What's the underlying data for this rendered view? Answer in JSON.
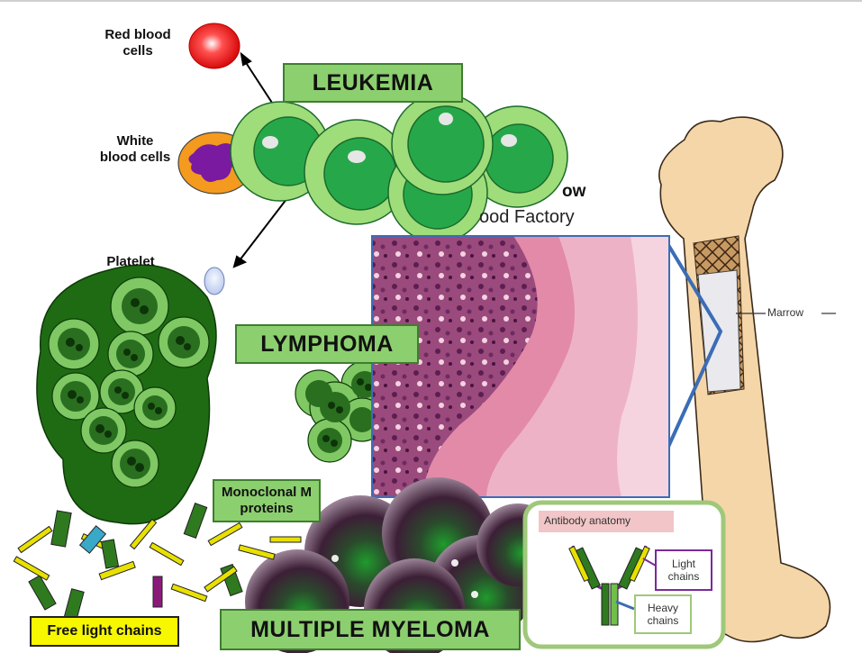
{
  "labels": {
    "red_blood_cells": "Red blood cells",
    "white_blood_cells": "White blood cells",
    "platelet": "Platelet",
    "marrow_partial_1": "ow",
    "marrow_partial_2": "ood Factory",
    "marrow": "Marrow",
    "antibody_anatomy": "Antibody anatomy",
    "light_chains": "Light chains",
    "heavy_chains": "Heavy chains"
  },
  "boxes": {
    "leukemia": "LEUKEMIA",
    "lymphoma": "LYMPHOMA",
    "multiple_myeloma": "MULTIPLE MYELOMA",
    "monoclonal": "Monoclonal M proteins",
    "free_light_chains": "Free light chains"
  },
  "colors": {
    "cell_green": "#2ea64a",
    "cell_light_green": "#9fdc7a",
    "dark_green": "#1b5e14",
    "label_box_green": "#8ccf6f",
    "free_light_yellow": "#f7f700",
    "bone_tan": "#f5d6a8",
    "myeloma_purple": "#4b2a45",
    "tissue_pink": "#e8a3b8"
  }
}
